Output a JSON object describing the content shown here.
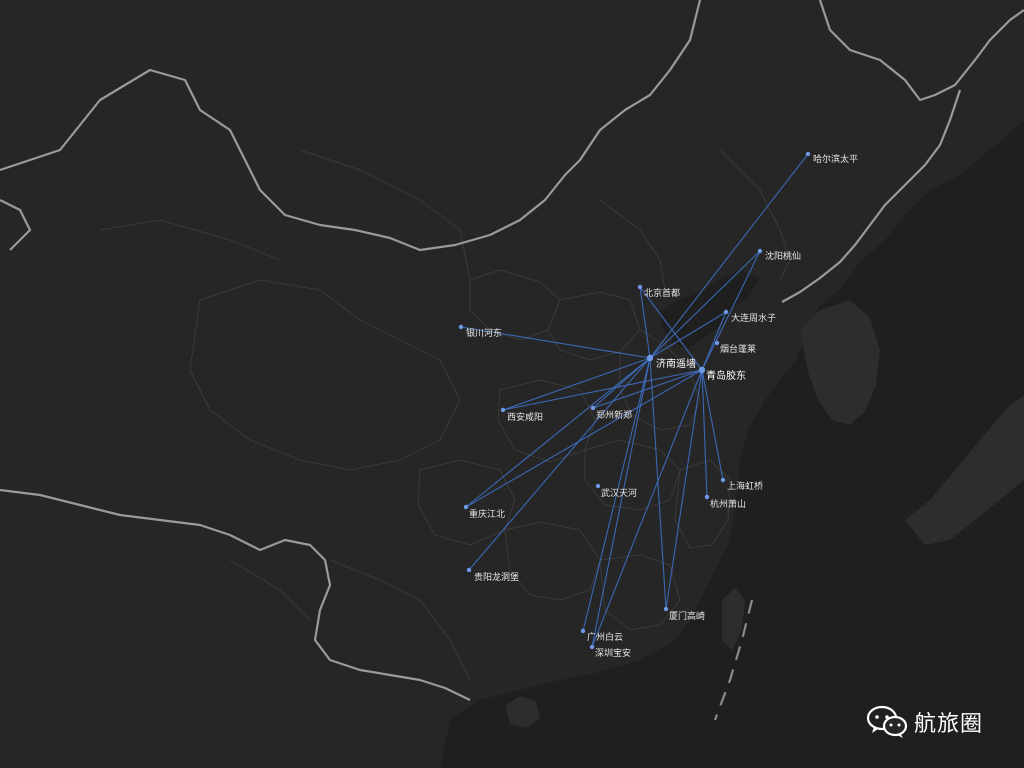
{
  "colors": {
    "background": "#262626",
    "land": "#2f2f2f",
    "province_border": "#3a3a3a",
    "country_border": "#9a9a9a",
    "sea": "#1e1e1e",
    "route_line": "#3e6fc4",
    "city_dot": "#6f9ae8"
  },
  "map": {
    "hubs": [
      "济南遥墙",
      "青岛胶东"
    ],
    "cities": [
      {
        "id": "jinan",
        "name": "济南遥墙",
        "hub": true
      },
      {
        "id": "qingdao",
        "name": "青岛胶东",
        "hub": true
      },
      {
        "id": "harbin",
        "name": "哈尔滨太平"
      },
      {
        "id": "shenyang",
        "name": "沈阳桃仙"
      },
      {
        "id": "beijing",
        "name": "北京首都"
      },
      {
        "id": "dalian",
        "name": "大连周水子"
      },
      {
        "id": "yantai",
        "name": "烟台蓬莱"
      },
      {
        "id": "yinchuan",
        "name": "银川河东"
      },
      {
        "id": "xian",
        "name": "西安咸阳"
      },
      {
        "id": "zhengzhou",
        "name": "郑州新郑"
      },
      {
        "id": "shanghai",
        "name": "上海虹桥"
      },
      {
        "id": "hangzhou",
        "name": "杭州萧山"
      },
      {
        "id": "wuhan",
        "name": "武汉天河"
      },
      {
        "id": "chongqing",
        "name": "重庆江北"
      },
      {
        "id": "guiyang",
        "name": "贵阳龙洞堡"
      },
      {
        "id": "xiamen",
        "name": "厦门高崎"
      },
      {
        "id": "guangzhou",
        "name": "广州白云"
      },
      {
        "id": "shenzhen",
        "name": "深圳宝安"
      }
    ],
    "routes": [
      [
        "jinan",
        "harbin"
      ],
      [
        "jinan",
        "beijing"
      ],
      [
        "jinan",
        "dalian"
      ],
      [
        "jinan",
        "yinchuan"
      ],
      [
        "jinan",
        "xian"
      ],
      [
        "jinan",
        "zhengzhou"
      ],
      [
        "jinan",
        "chongqing"
      ],
      [
        "jinan",
        "xiamen"
      ],
      [
        "jinan",
        "guangzhou"
      ],
      [
        "jinan",
        "shenzhen"
      ],
      [
        "jinan",
        "shenyang"
      ],
      [
        "jinan",
        "guiyang"
      ],
      [
        "qingdao",
        "xian"
      ],
      [
        "qingdao",
        "chongqing"
      ],
      [
        "qingdao",
        "shenzhen"
      ],
      [
        "qingdao",
        "xiamen"
      ],
      [
        "qingdao",
        "shanghai"
      ],
      [
        "qingdao",
        "hangzhou"
      ],
      [
        "qingdao",
        "dalian"
      ],
      [
        "qingdao",
        "beijing"
      ],
      [
        "qingdao",
        "zhengzhou"
      ],
      [
        "qingdao",
        "shenyang"
      ]
    ]
  },
  "watermark": {
    "icon": "wechat-icon",
    "text": "航旅圈"
  }
}
